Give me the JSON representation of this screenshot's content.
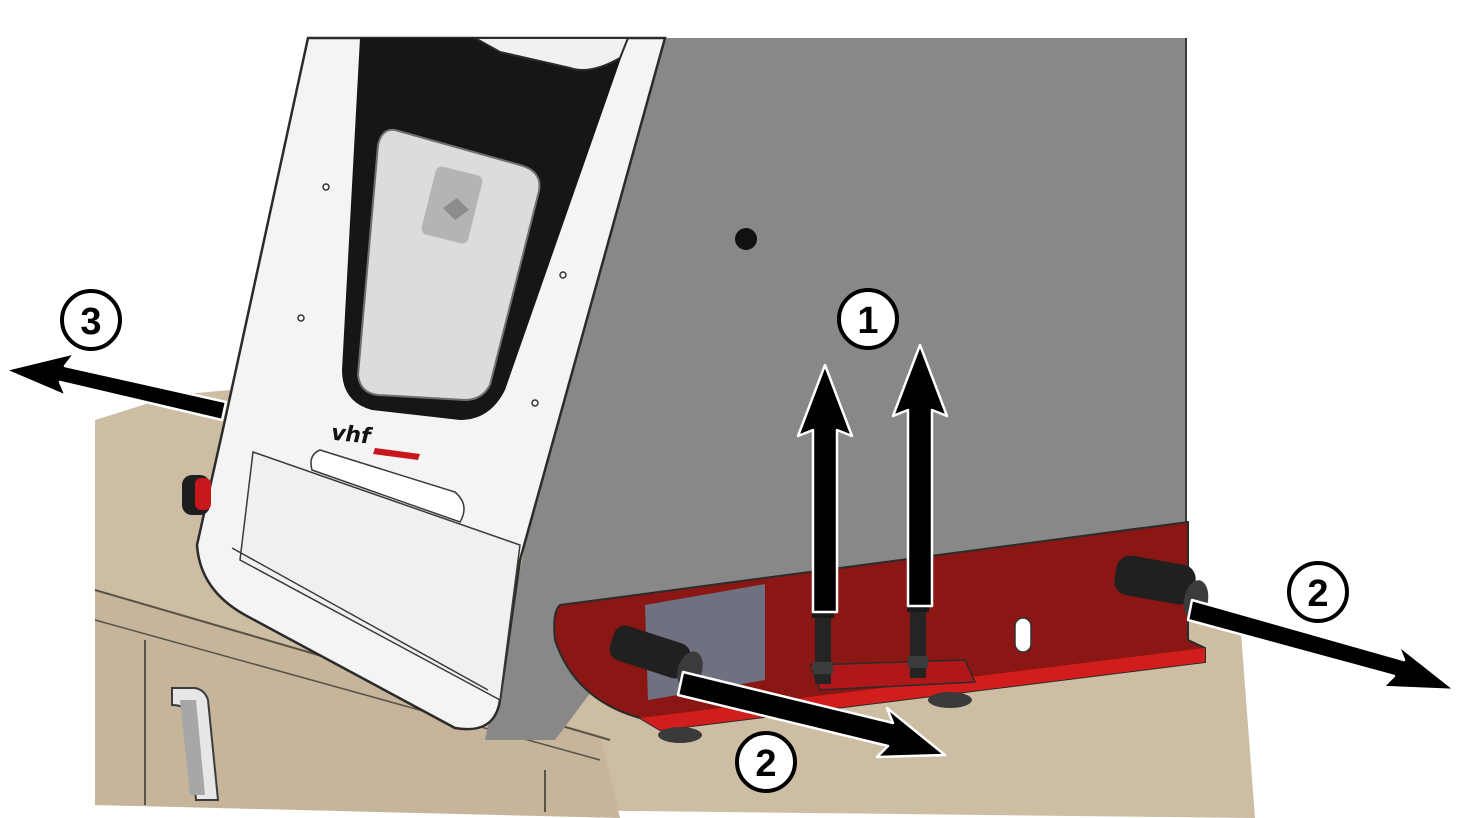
{
  "brand": {
    "logo_text": "vhf",
    "accent_color": "#c8161d"
  },
  "callouts": [
    {
      "id": "callout-1",
      "label": "1"
    },
    {
      "id": "callout-2-center",
      "label": "2"
    },
    {
      "id": "callout-2-right",
      "label": "2"
    },
    {
      "id": "callout-3",
      "label": "3"
    }
  ],
  "colors": {
    "housing_gray": "#878887",
    "front_white": "#f4f4f4",
    "bracket_red": "#8a1713",
    "table_beige": "#cdbda3",
    "arrow_black": "#000000"
  },
  "icons": {
    "arrow_up": "arrow-up-icon",
    "arrow_diagonal": "arrow-diagonal-icon"
  }
}
